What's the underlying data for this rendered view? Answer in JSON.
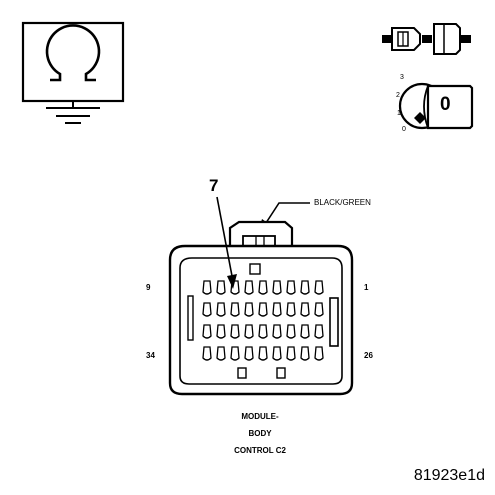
{
  "connector": {
    "cavity_number": "7",
    "wire_color": "BLACK/GREEN",
    "pin_left_top": "9",
    "pin_right_top": "1",
    "pin_left_bottom": "34",
    "pin_right_bottom": "26",
    "caption_lines": [
      "MODULE-",
      "BODY",
      "CONTROL C2"
    ]
  },
  "key_positions": [
    "3",
    "2",
    "1",
    "0"
  ],
  "key_label": "0",
  "figure_id": "81923e1d",
  "icons": [
    "ground-ohm-symbol-icon",
    "connector-plug-icon",
    "ignition-key-switch-icon"
  ]
}
